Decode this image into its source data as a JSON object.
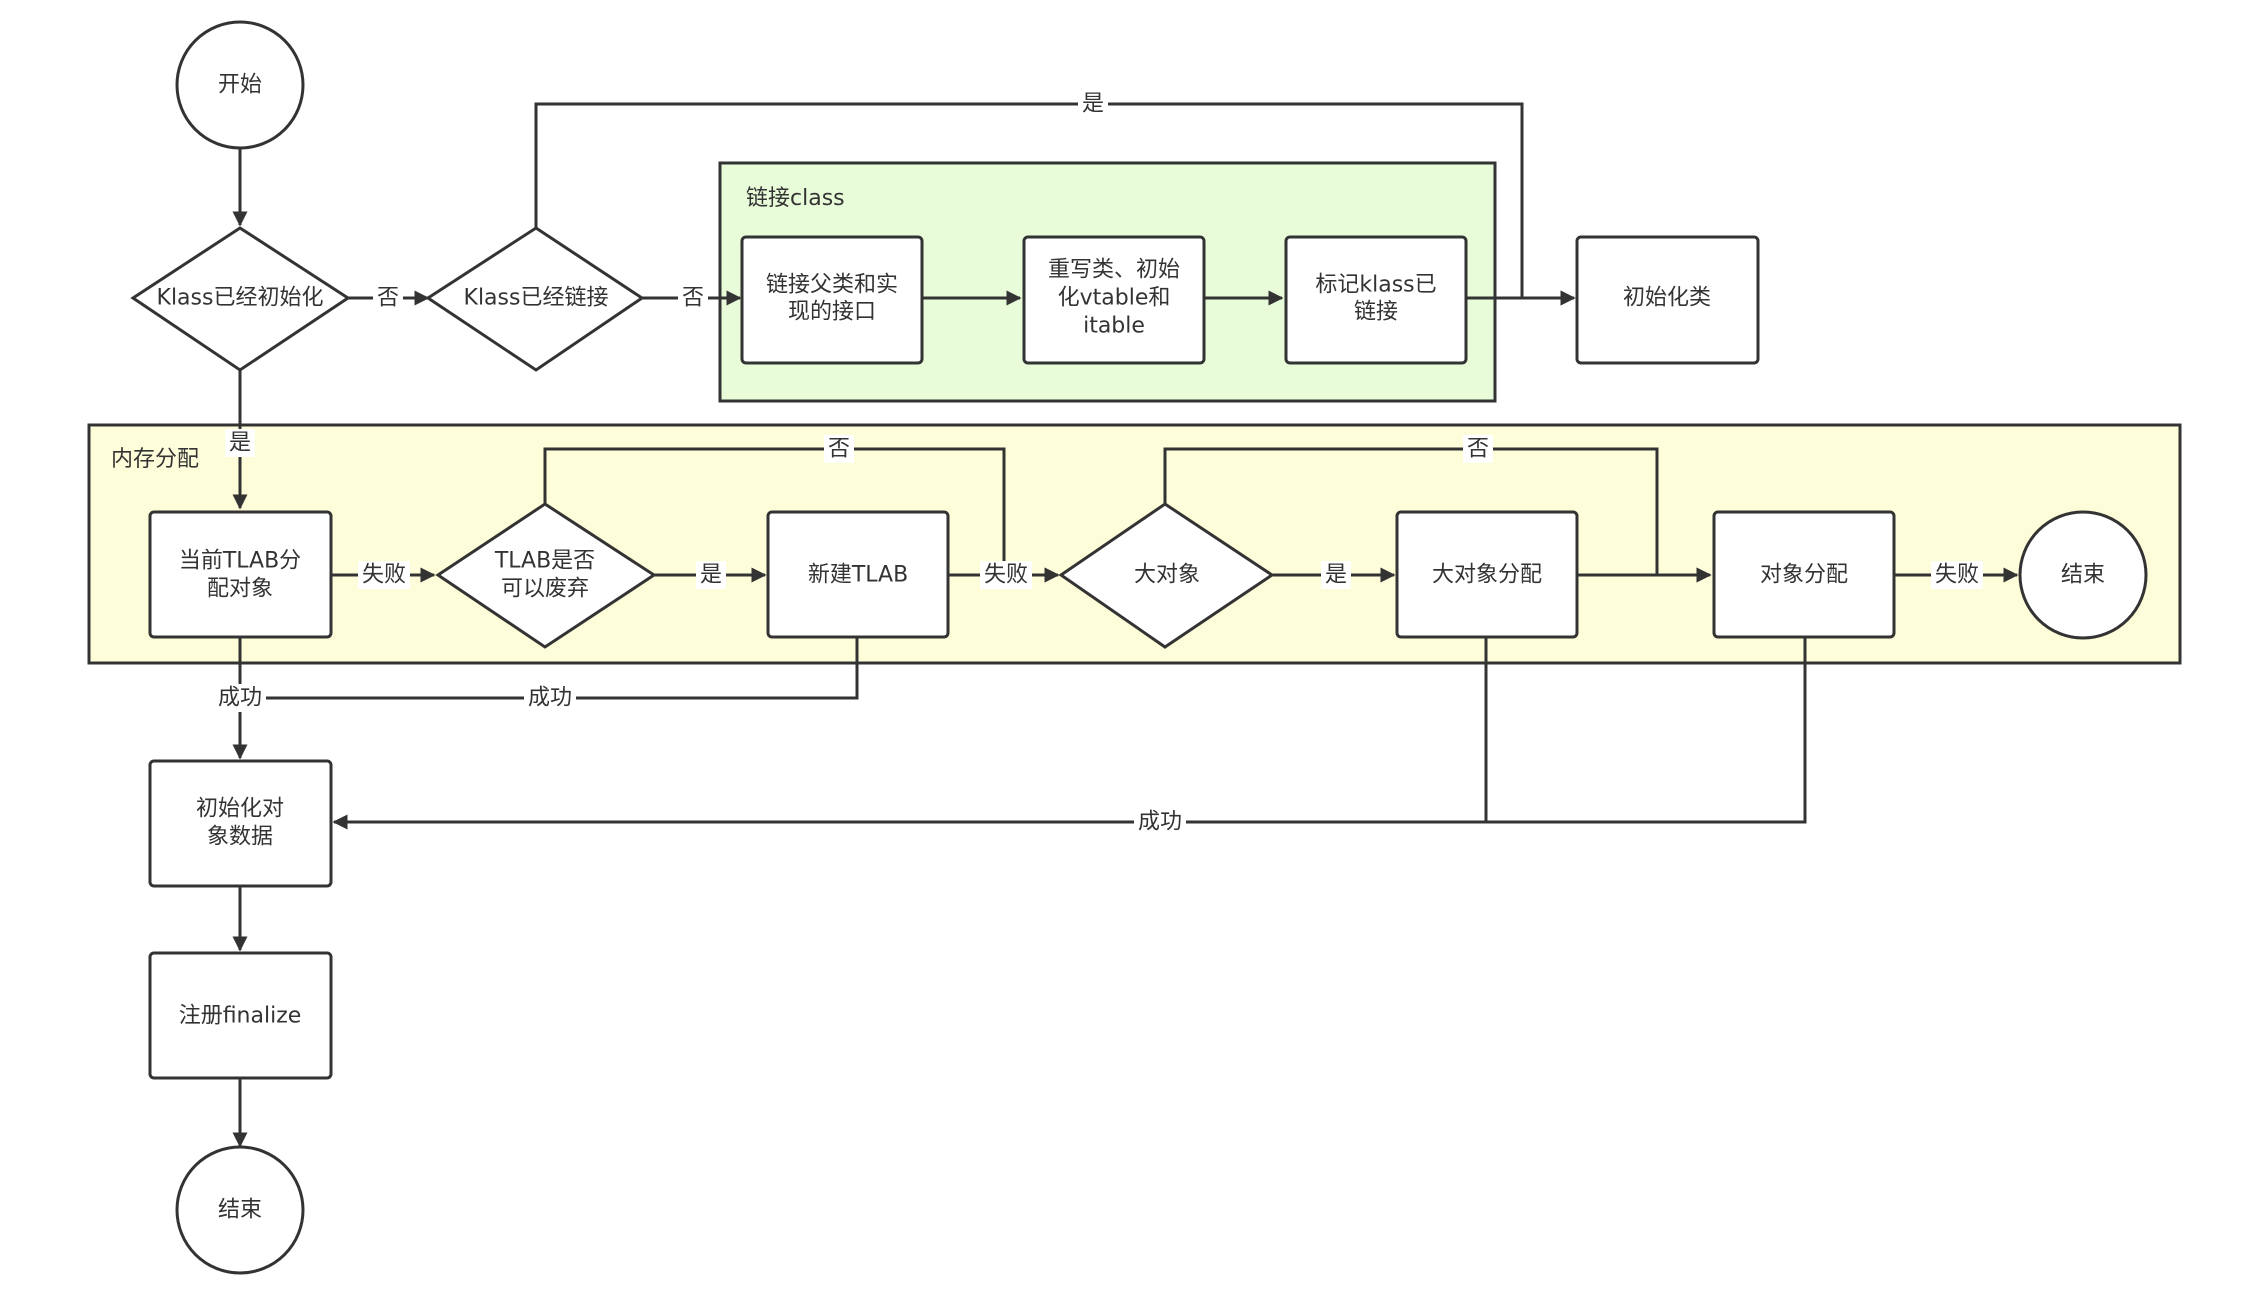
{
  "colors": {
    "group_link_fill": "#e9fcd9",
    "group_memory_fill": "#fefdd9",
    "stroke": "#333333"
  },
  "groups": {
    "link_class": "链接class",
    "memory_alloc": "内存分配"
  },
  "nodes": {
    "start": "开始",
    "klass_initialized": "Klass已经初始化",
    "klass_linked": "Klass已经链接",
    "link_parent": [
      "链接父类和实",
      "现的接口"
    ],
    "rewrite_vtable": [
      "重写类、初始",
      "化vtable和",
      "itable"
    ],
    "mark_linked": [
      "标记klass已",
      "链接"
    ],
    "init_class": "初始化类",
    "tlab_alloc": [
      "当前TLAB分",
      "配对象"
    ],
    "tlab_discard": [
      "TLAB是否",
      "可以废弃"
    ],
    "new_tlab": "新建TLAB",
    "large_object": "大对象",
    "large_alloc": "大对象分配",
    "object_alloc": "对象分配",
    "end_inner": "结束",
    "init_object_data": [
      "初始化对",
      "象数据"
    ],
    "register_finalize": "注册finalize",
    "end": "结束"
  },
  "edge_labels": {
    "yes_top": "是",
    "no_init": "否",
    "no_link": "否",
    "yes_init": "是",
    "fail_tlab": "失败",
    "no_discard": "否",
    "yes_discard": "是",
    "fail_new": "失败",
    "no_large": "否",
    "yes_large": "是",
    "fail_obj": "失败",
    "success_tlab": "成功",
    "success_new": "成功",
    "success_bottom": "成功"
  }
}
